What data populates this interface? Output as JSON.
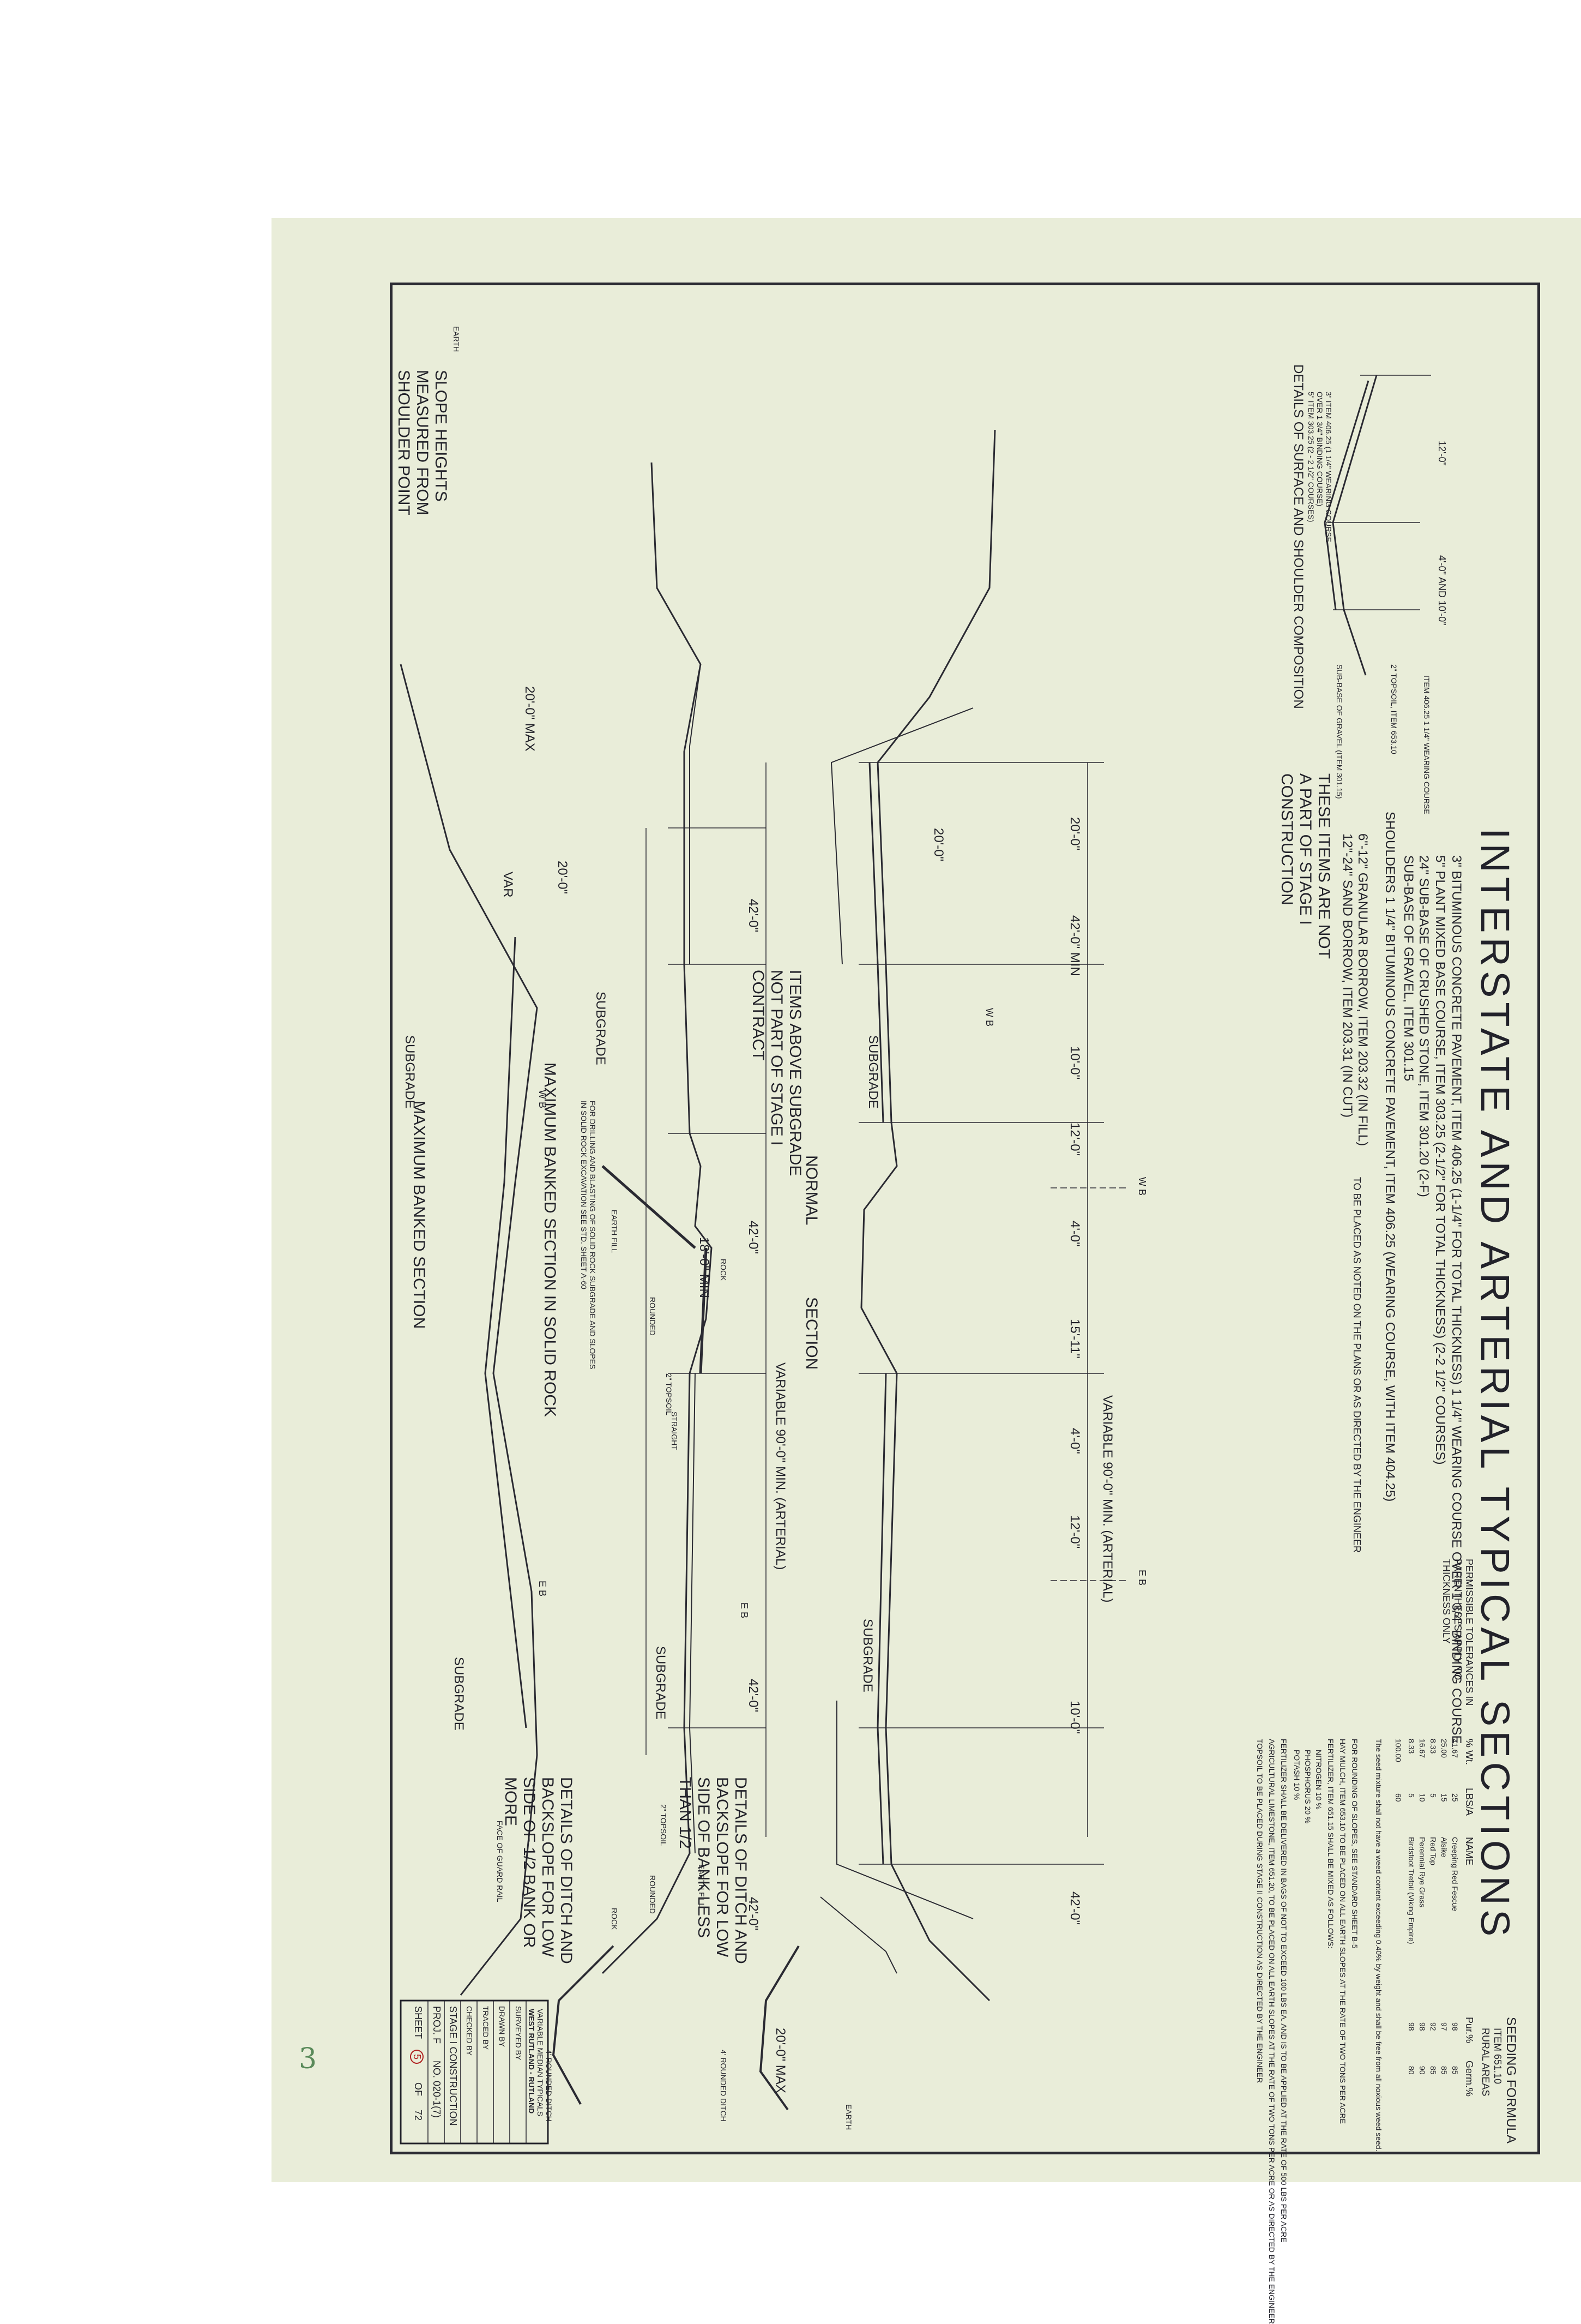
{
  "title": "INTERSTATE AND ARTERIAL TYPICAL SECTIONS",
  "handwritten_page_number": "3",
  "materials": {
    "line1": "3\" BITUMINOUS CONCRETE PAVEMENT, ITEM 406.25  (1-1/4\" FOR TOTAL THICKNESS) 1 1/4\" WEARING COURSE OVER 1 3/4\" BINDING COURSE",
    "line2": "5\" PLANT MIXED BASE COURSE, ITEM 303.25 (2-1/2\" FOR TOTAL THICKNESS) (2-2 1/2\" COURSES)",
    "line3": "24\" SUB-BASE OF CRUSHED STONE, ITEM 301.20 (2-F)",
    "line4": "SUB-BASE OF GRAVEL, ITEM 301.15",
    "shoulders": "SHOULDERS  1 1/4\" BITUMINOUS CONCRETE PAVEMENT, ITEM 406.25  (WEARING COURSE, WITH ITEM 404.25)",
    "borrow1": "6\"-12\" GRANULAR BORROW, ITEM 203.32 (IN FILL)",
    "borrow2": "12\"-24\" SAND BORROW, ITEM 203.31  (IN CUT)",
    "borrow_note": "TO BE PLACED AS NOTED ON THE PLANS OR AS DIRECTED BY THE ENGINEER",
    "not_part": "THESE ITEMS ARE NOT A PART OF STAGE I CONSTRUCTION",
    "tolerance": "PERMISSIBLE TOLERANCES IN PARENTHESES APPLY TO THICKNESS ONLY"
  },
  "seeding": {
    "title": "SEEDING FORMULA",
    "subtitle": "ITEM 651.10",
    "subtitle2": "RURAL AREAS",
    "headers": [
      "% Wt.",
      "LBS/A",
      "NAME",
      "Pur.%",
      "Germ.%"
    ],
    "rows": [
      [
        "41.67",
        "25",
        "Creeping Red Fescue",
        "98",
        "85"
      ],
      [
        "25.00",
        "15",
        "Alsike",
        "97",
        "85"
      ],
      [
        "8.33",
        "5",
        "Red Top",
        "92",
        "85"
      ],
      [
        "16.67",
        "10",
        "Perennial Rye Grass",
        "98",
        "90"
      ],
      [
        "8.33",
        "5",
        "Birdsfoot Trefoil (Viking Empire)",
        "98",
        "80"
      ],
      [
        "100.00",
        "60",
        "",
        "",
        ""
      ]
    ],
    "weed_note": "The seed mixture shall not have a weed content exceeding 0.40% by weight and shall be free from all noxious weed seed.",
    "notes": [
      "FOR ROUNDING OF SLOPES, SEE STANDARD SHEET B-5",
      "HAY MULCH, ITEM 653.10 TO BE PLACED ON ALL EARTH SLOPES AT THE RATE OF TWO TONS PER ACRE",
      "FERTILIZER, ITEM 651.15 SHALL BE MIXED AS FOLLOWS:",
      "NITROGEN    10 %",
      "PHOSPHORUS    20 %",
      "POTASH    10 %",
      "FERTILIZER SHALL BE DELIVERED IN BAGS OF NOT TO EXCEED 100 LBS EA. AND IS TO BE APPLIED AT THE RATE OF 500 LBS PER ACRE",
      "AGRICULTURAL LIMESTONE, ITEM 651.20, TO BE PLACED ON ALL EARTH SLOPES AT THE RATE OF TWO TONS PER ACRE OR AS DIRECTED BY THE ENGINEER",
      "TOPSOIL TO BE PLACED DURING STAGE II CONSTRUCTION AS DIRECTED BY THE ENGINEER"
    ]
  },
  "surface_detail": {
    "caption": "DETAILS OF SURFACE AND SHOULDER COMPOSITION",
    "dim1": "12'-0\"",
    "dim2": "4'-0\" AND 10'-0\"",
    "lbl1": "3\" ITEM 406.25 (1 1/4\" WEARING COURSE OVER 1 3/4\" BINDING COURSE)",
    "lbl2": "5\" ITEM 303.25 (2 - 2 1/2\" COURSES)",
    "lbl3": "ITEM 406.25  1 1/4\" WEARING COURSE",
    "lbl4": "2\" TOPSOIL, ITEM 653.10",
    "lbl5": "SUB-BASE OF GRAVEL (ITEM 301.15)"
  },
  "sections": {
    "normal": "NORMAL",
    "section": "SECTION",
    "banked_rock": "MAXIMUM BANKED SECTION IN SOLID ROCK",
    "banked_rock_note": "FOR DRILLING AND BLASTING OF SOLID ROCK SUBGRADE AND SLOPES IN SOLID ROCK EXCAVATION SEE STD. SHEET A-60",
    "banked": "MAXIMUM BANKED SECTION",
    "items_above": "ITEMS ABOVE SUBGRADE NOT PART OF STAGE I CONTRACT",
    "slope_heights": "SLOPE HEIGHTS MEASURED FROM SHOULDER POINT",
    "ditch_less": "DETAILS OF DITCH AND BACKSLOPE FOR LOW SIDE OF BANK LESS THAN 1/2",
    "ditch_more": "DETAILS OF DITCH AND BACKSLOPE FOR LOW SIDE OF 1/2 BANK OR MORE",
    "subgrade": "SUBGRADE",
    "median": "VARIABLE  90'-0\" MIN. (ARTERIAL)",
    "wb": "W B",
    "eb": "E B",
    "dim_42": "42'-0\"",
    "dim_42min": "42'-0\" MIN",
    "dim_20": "20'-0\"",
    "dim_20max": "20'-0\" MAX",
    "dim_12": "12'-0\"",
    "dim_10": "10'-0\"",
    "dim_4": "4'-0\"",
    "dim_18min": "18'-0\" MIN",
    "dim_15": "15'-11\"",
    "var": "VAR",
    "earth_fill": "EARTH FILL",
    "rock": "ROCK",
    "rounded": "ROUNDED",
    "topsoil": "2\" TOPSOIL",
    "straight": "STRAIGHT",
    "guard_rail": "FACE OF GUARD RAIL",
    "rounded_ditch": "4' ROUNDED DITCH",
    "earth": "EARTH"
  },
  "title_block": {
    "project": "WEST RUTLAND - RUTLAND",
    "subtitle": "VARIABLE MEDIAN TYPICALS",
    "surveyed": "SURVEYED BY",
    "drawn": "DRAWN BY",
    "traced": "TRACED BY",
    "checked": "CHECKED BY",
    "stage": "STAGE  I  CONSTRUCTION",
    "proj": "PROJ.  F",
    "no": "NO.  020-1(7)",
    "sheet": "SHEET",
    "sheet_no": "5",
    "of": "OF",
    "total": "72"
  }
}
